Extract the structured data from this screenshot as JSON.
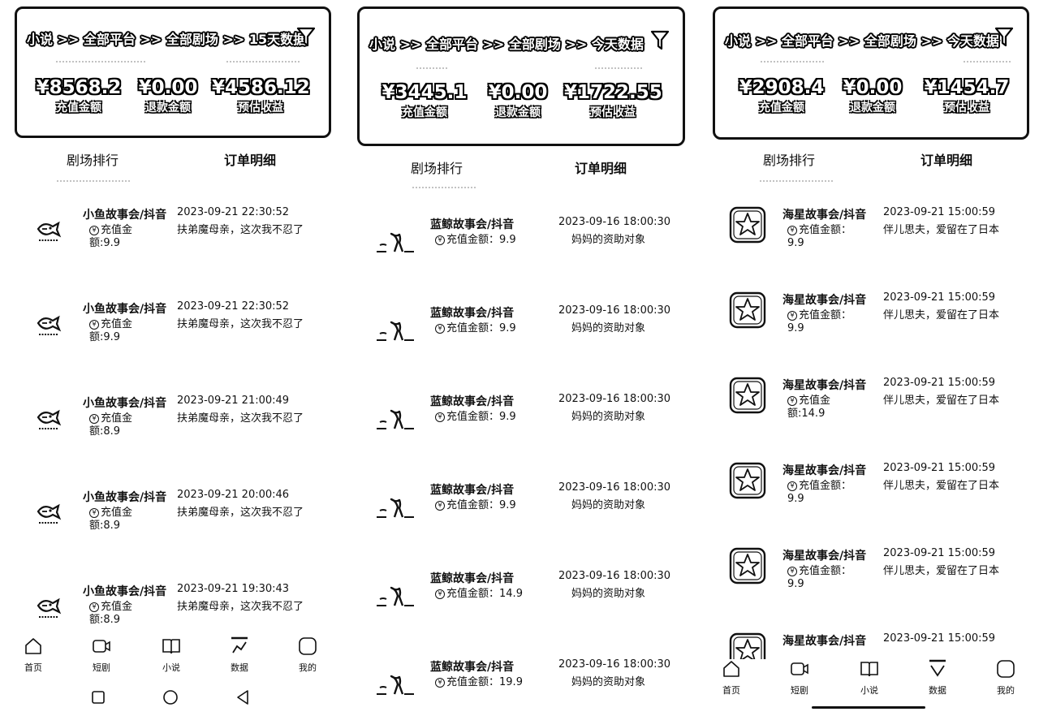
{
  "panels": [
    {
      "breadcrumb": "小说 >> 全部平台 >> 全部剧场 >> 15天数据",
      "stats": [
        {
          "value": "¥8568.2",
          "label": "充值金额"
        },
        {
          "value": "¥0.00",
          "label": "退款金额"
        },
        {
          "value": "¥4586.12",
          "label": "预估收益"
        }
      ],
      "tabs": [
        "剧场排行",
        "订单明细"
      ],
      "orders": [
        {
          "theater": "小鱼故事会/抖音",
          "amount_label": "充值金额:",
          "amount": "9.9",
          "time": "2023-09-21 22:30:52",
          "title": "扶弟魔母亲，这次我不忍了"
        },
        {
          "theater": "小鱼故事会/抖音",
          "amount_label": "充值金额:",
          "amount": "9.9",
          "time": "2023-09-21 22:30:52",
          "title": "扶弟魔母亲，这次我不忍了"
        },
        {
          "theater": "小鱼故事会/抖音",
          "amount_label": "充值金额:",
          "amount": "8.9",
          "time": "2023-09-21 21:00:49",
          "title": "扶弟魔母亲，这次我不忍了"
        },
        {
          "theater": "小鱼故事会/抖音",
          "amount_label": "充值金额:",
          "amount": "8.9",
          "time": "2023-09-21 20:00:46",
          "title": "扶弟魔母亲，这次我不忍了"
        },
        {
          "theater": "小鱼故事会/抖音",
          "amount_label": "充值金额:",
          "amount": "8.9",
          "time": "2023-09-21 19:30:43",
          "title": "扶弟魔母亲，这次我不忍了"
        }
      ],
      "nav": [
        "首页",
        "短剧",
        "小说",
        "数据",
        "我的"
      ]
    },
    {
      "breadcrumb": "小说 >> 全部平台 >> 全部剧场 >> 今天数据",
      "stats": [
        {
          "value": "¥3445.1",
          "label": "充值金额"
        },
        {
          "value": "¥0.00",
          "label": "退款金额"
        },
        {
          "value": "¥1722.55",
          "label": "预估收益"
        }
      ],
      "tabs": [
        "剧场排行",
        "订单明细"
      ],
      "orders": [
        {
          "theater": "蓝鲸故事会/抖音",
          "amount_label": "充值金额：",
          "amount": "9.9",
          "time": "2023-09-16 18:00:30",
          "title": "妈妈的资助对象"
        },
        {
          "theater": "蓝鲸故事会/抖音",
          "amount_label": "充值金额：",
          "amount": "9.9",
          "time": "2023-09-16 18:00:30",
          "title": "妈妈的资助对象"
        },
        {
          "theater": "蓝鲸故事会/抖音",
          "amount_label": "充值金额：",
          "amount": "9.9",
          "time": "2023-09-16 18:00:30",
          "title": "妈妈的资助对象"
        },
        {
          "theater": "蓝鲸故事会/抖音",
          "amount_label": "充值金额：",
          "amount": "9.9",
          "time": "2023-09-16 18:00:30",
          "title": "妈妈的资助对象"
        },
        {
          "theater": "蓝鲸故事会/抖音",
          "amount_label": "充值金额：",
          "amount": "14.9",
          "time": "2023-09-16 18:00:30",
          "title": "妈妈的资助对象"
        },
        {
          "theater": "蓝鲸故事会/抖音",
          "amount_label": "充值金额：",
          "amount": "19.9",
          "time": "2023-09-16 18:00:30",
          "title": "妈妈的资助对象"
        }
      ]
    },
    {
      "breadcrumb": "小说 >> 全部平台 >> 全部剧场 >> 今天数据",
      "stats": [
        {
          "value": "¥2908.4",
          "label": "充值金额"
        },
        {
          "value": "¥0.00",
          "label": "退款金额"
        },
        {
          "value": "¥1454.7",
          "label": "预估收益"
        }
      ],
      "tabs": [
        "剧场排行",
        "订单明细"
      ],
      "orders": [
        {
          "theater": "海星故事会/抖音",
          "amount_label": "充值金额：",
          "amount": "9.9",
          "time": "2023-09-21 15:00:59",
          "title": "伴儿思夫，爱留在了日本"
        },
        {
          "theater": "海星故事会/抖音",
          "amount_label": "充值金额：",
          "amount": "9.9",
          "time": "2023-09-21 15:00:59",
          "title": "伴儿思夫，爱留在了日本"
        },
        {
          "theater": "海星故事会/抖音",
          "amount_label": "充值金额:",
          "amount": "14.9",
          "time": "2023-09-21 15:00:59",
          "title": "伴儿思夫，爱留在了日本"
        },
        {
          "theater": "海星故事会/抖音",
          "amount_label": "充值金额：",
          "amount": "9.9",
          "time": "2023-09-21 15:00:59",
          "title": "伴儿思夫，爱留在了日本"
        },
        {
          "theater": "海星故事会/抖音",
          "amount_label": "充值金额：",
          "amount": "9.9",
          "time": "2023-09-21 15:00:59",
          "title": "伴儿思夫，爱留在了日本"
        },
        {
          "theater": "海星故事会/抖音",
          "amount_label": "",
          "amount": "",
          "time": "2023-09-21 15:00:59",
          "title": ""
        }
      ],
      "nav": [
        "首页",
        "短剧",
        "小说",
        "数据",
        "我的"
      ]
    }
  ],
  "icons": {
    "filter": "funnel-icon",
    "coin": "yuan-coin-icon",
    "logos": [
      "fish-logo",
      "whale-logo",
      "starfish-logo"
    ],
    "nav": [
      "home-icon",
      "video-icon",
      "book-icon",
      "chart-icon",
      "profile-icon"
    ],
    "sysnav": [
      "square-recent-icon",
      "circle-home-icon",
      "triangle-back-icon"
    ]
  }
}
